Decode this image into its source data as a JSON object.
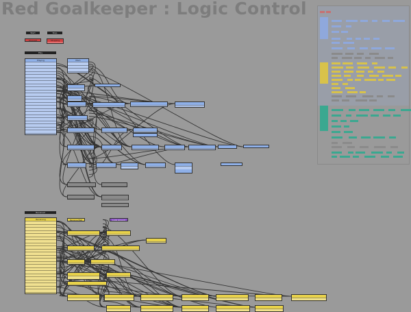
{
  "title": "Red Goalkeeper : Logic Control",
  "colors": {
    "blue": "#8fb0e8",
    "yellow": "#e8d24a",
    "red": "#d04040",
    "purple": "#8a4fc8",
    "teal": "#3fb8a0",
    "gray": "#8a8a8a",
    "edge": "#333333"
  },
  "nodes": {
    "start": "Start",
    "stop": "Stop",
    "stopped": "Stopped",
    "stopping": "Stopping",
    "play": "Play",
    "playing": "Playing",
    "main": "Main",
    "received": "Received",
    "receiving": "Receiving",
    "receive_ball": "Receive Ball",
    "look_around": "Look Around"
  }
}
